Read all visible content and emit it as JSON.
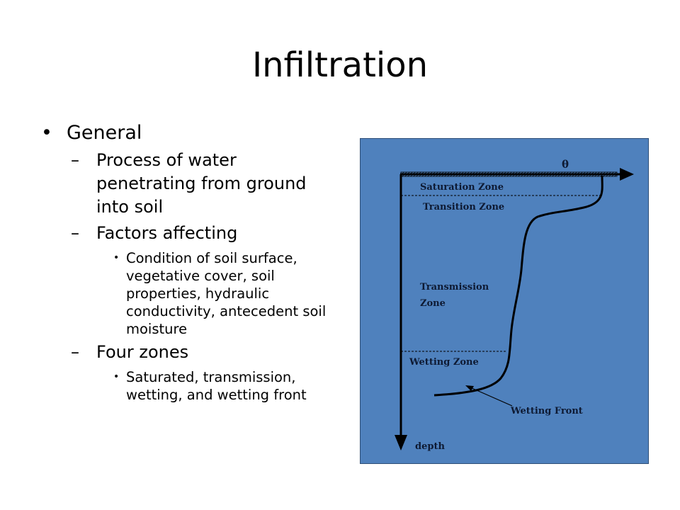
{
  "slide": {
    "title": "Infiltration",
    "bullets": {
      "general": "General",
      "process": "Process of water penetrating from ground into soil",
      "factors": "Factors affecting",
      "factors_detail": "Condition of soil surface, vegetative cover, soil properties, hydraulic conductivity, antecedent soil moisture",
      "zones": "Four zones",
      "zones_detail": "Saturated, transmission, wetting, and wetting front"
    },
    "markers": {
      "level1": "•",
      "level2": "–",
      "level3": "•"
    }
  },
  "diagram": {
    "theta_label": "θ",
    "depth_label": "depth",
    "saturation_zone": "Saturation Zone",
    "transition_zone": "Transition Zone",
    "transmission_zone": "Transmission Zone",
    "wetting_zone": "Wetting Zone",
    "wetting_front": "Wetting Front",
    "colors": {
      "background": "#4f81bd",
      "ink": "#000000"
    }
  }
}
